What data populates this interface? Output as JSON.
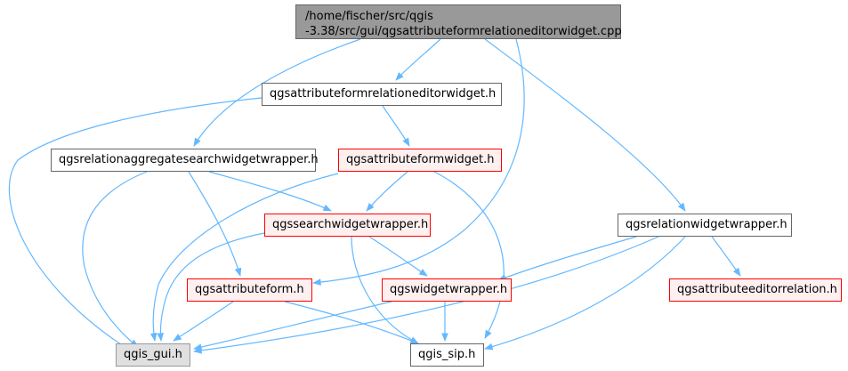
{
  "diagram": {
    "nodes": [
      {
        "id": "root",
        "style": "root",
        "line1": "/home/fischer/src/qgis",
        "line2": "-3.38/src/gui/qgsattributeformrelationeditorwidget.cpp"
      },
      {
        "id": "relwidget_h",
        "style": "hdr-plain",
        "label": "qgsattributeformrelationeditorwidget.h"
      },
      {
        "id": "aggsearch",
        "style": "hdr-plain",
        "label": "qgsrelationaggregatesearchwidgetwrapper.h"
      },
      {
        "id": "formwidget",
        "style": "hdr-red",
        "label": "qgsattributeformwidget.h"
      },
      {
        "id": "searchwrap",
        "style": "hdr-red",
        "label": "qgssearchwidgetwrapper.h"
      },
      {
        "id": "relwrap",
        "style": "hdr-plain",
        "label": "qgsrelationwidgetwrapper.h"
      },
      {
        "id": "attrform",
        "style": "hdr-red",
        "label": "qgsattributeform.h"
      },
      {
        "id": "widgetwrap",
        "style": "hdr-red",
        "label": "qgswidgetwrapper.h"
      },
      {
        "id": "editorrel",
        "style": "hdr-red",
        "label": "qgsattributeeditorrelation.h"
      },
      {
        "id": "gui",
        "style": "hdr-grey",
        "label": "qgis_gui.h"
      },
      {
        "id": "sip",
        "style": "hdr-grey2",
        "label": "qgis_sip.h"
      }
    ],
    "edges": [
      [
        "root",
        "relwidget_h"
      ],
      [
        "root",
        "aggsearch"
      ],
      [
        "root",
        "attrform"
      ],
      [
        "root",
        "relwrap"
      ],
      [
        "relwidget_h",
        "formwidget"
      ],
      [
        "relwidget_h",
        "gui"
      ],
      [
        "aggsearch",
        "searchwrap"
      ],
      [
        "aggsearch",
        "attrform"
      ],
      [
        "aggsearch",
        "gui"
      ],
      [
        "formwidget",
        "searchwrap"
      ],
      [
        "formwidget",
        "gui"
      ],
      [
        "formwidget",
        "sip"
      ],
      [
        "searchwrap",
        "widgetwrap"
      ],
      [
        "searchwrap",
        "gui"
      ],
      [
        "searchwrap",
        "sip"
      ],
      [
        "relwrap",
        "widgetwrap"
      ],
      [
        "relwrap",
        "editorrel"
      ],
      [
        "relwrap",
        "gui"
      ],
      [
        "relwrap",
        "sip"
      ],
      [
        "attrform",
        "gui"
      ],
      [
        "attrform",
        "sip"
      ],
      [
        "widgetwrap",
        "gui"
      ],
      [
        "widgetwrap",
        "sip"
      ]
    ],
    "edge_color": "#63b8ff"
  }
}
